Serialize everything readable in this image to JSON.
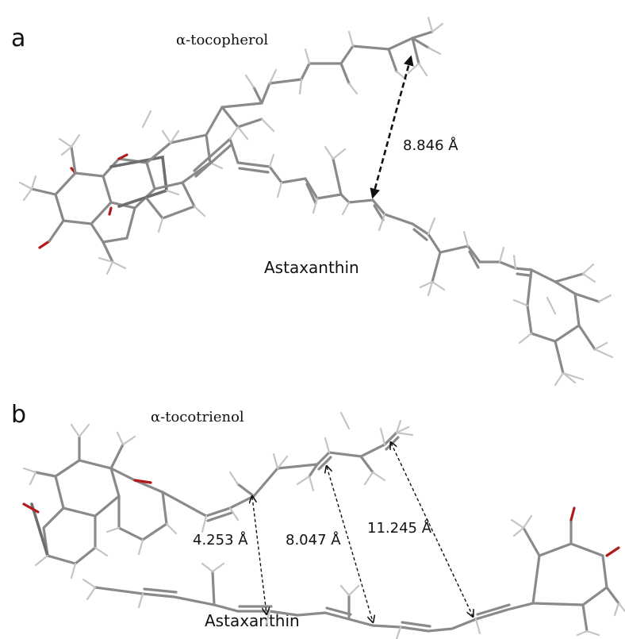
{
  "panels": {
    "a": {
      "letter": "a",
      "top_molecule": "α-tocopherol",
      "bottom_molecule": "Astaxanthin",
      "distances": [
        "8.846 Å"
      ]
    },
    "b": {
      "letter": "b",
      "top_molecule": "α-tocotrienol",
      "bottom_molecule": "Astaxanthin",
      "distances": [
        "4.253 Å",
        "8.047 Å",
        "11.245 Å"
      ]
    }
  },
  "colors": {
    "carbon_bond": "#8a8a8a",
    "hydrogen_bond": "#c4c4c4",
    "oxygen_bond": "#b11a1a",
    "text": "#111111"
  }
}
